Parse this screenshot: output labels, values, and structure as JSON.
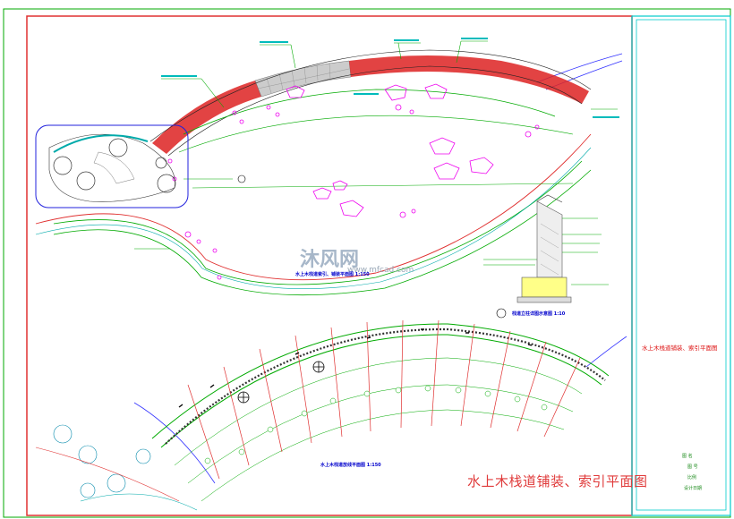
{
  "drawing": {
    "main_title": "水上木栈道铺装、索引平面图",
    "sheet_title": "水上木栈道铺装、索引平面图",
    "title_block": {
      "row1": "图 名",
      "row2": "图 号",
      "row3": "比例",
      "row4": "设计日期"
    }
  },
  "views": {
    "plan_top": {
      "label": "水上木栈道索引、铺装平面图 1:150"
    },
    "section": {
      "label": "栈道立柱详图示意图 1:10"
    },
    "plan_bottom": {
      "label": "水上木栈道放线平面图 1:150"
    }
  },
  "watermark": {
    "brand": "沐风网",
    "url": "www.mfcad.com"
  },
  "colors": {
    "frame_red": "#e03030",
    "frame_cyan": "#00cccc",
    "line_green": "#00aa00",
    "paving_red": "#dd2222",
    "rock_magenta": "#ee00ee",
    "water_blue": "#3333ff"
  }
}
